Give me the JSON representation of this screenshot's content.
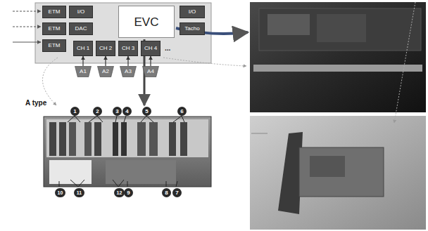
{
  "diagram": {
    "nodes": [
      {
        "text": [
          "ETM"
        ]
      },
      {
        "text": [
          "I/O"
        ]
      },
      {
        "text": [
          "EVC"
        ]
      },
      {
        "text": [
          "I/O"
        ]
      },
      {
        "text": [
          "ETM"
        ]
      },
      {
        "text": [
          "DAC"
        ]
      },
      {
        "text": [
          "Tacho"
        ]
      },
      {
        "text": [
          "ETM"
        ]
      },
      {
        "text": [
          "CH 1"
        ]
      },
      {
        "text": [
          "CH 2"
        ]
      },
      {
        "text": [
          "CH 3"
        ]
      },
      {
        "text": [
          "CH 4"
        ]
      },
      {
        "text": [
          "A1"
        ]
      },
      {
        "text": [
          "A2"
        ]
      },
      {
        "text": [
          "A3"
        ]
      },
      {
        "text": [
          "A4"
        ]
      }
    ],
    "edges": [
      {
        "from": 12,
        "to": 8,
        "arrow": "to"
      },
      {
        "from": 13,
        "to": 9,
        "arrow": "to"
      },
      {
        "from": 14,
        "to": 10,
        "arrow": "to"
      },
      {
        "from": 15,
        "to": 11,
        "arrow": "to"
      }
    ],
    "labels": [
      "A type",
      "...",
      "1",
      "2",
      "3",
      "4",
      "5",
      "6",
      "10",
      "11",
      "12",
      "9",
      "8",
      "7"
    ]
  }
}
